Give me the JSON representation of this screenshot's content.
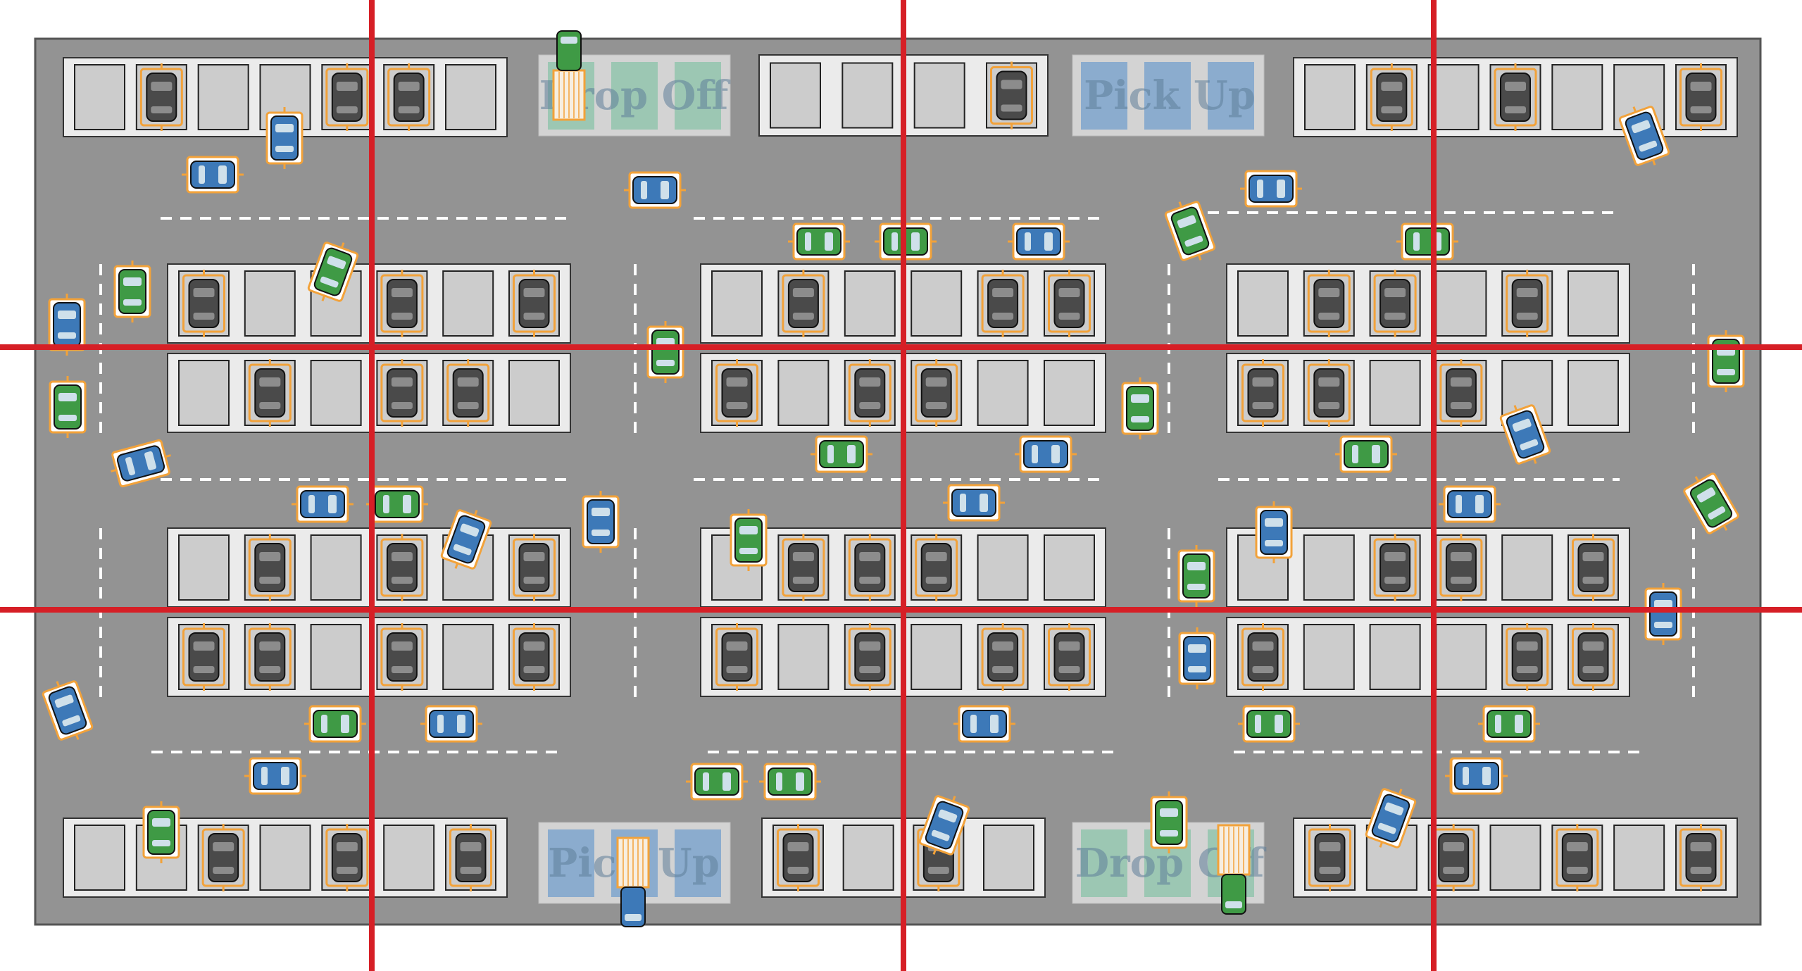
{
  "zones": {
    "top_left": "Drop Off",
    "top_right": "Pick Up",
    "bottom_left": "Pick Up",
    "bottom_right": "Drop Off"
  },
  "colors": {
    "lot": "#939393",
    "island": "#ebebeb",
    "stall": "#cccccc",
    "lane_marking": "#ffffff",
    "grid_line": "#d61f26",
    "car_parked": "#4a4a4a",
    "car_blue": "#3d79b8",
    "car_green": "#3f9a45",
    "car_halo": "#f2a23a",
    "pickup_zone": "#7ea5cc",
    "dropoff_zone": "#8fc4ab"
  },
  "icons": [
    "parked-car-icon",
    "blue-car-icon",
    "green-car-icon",
    "delivery-truck-icon"
  ]
}
